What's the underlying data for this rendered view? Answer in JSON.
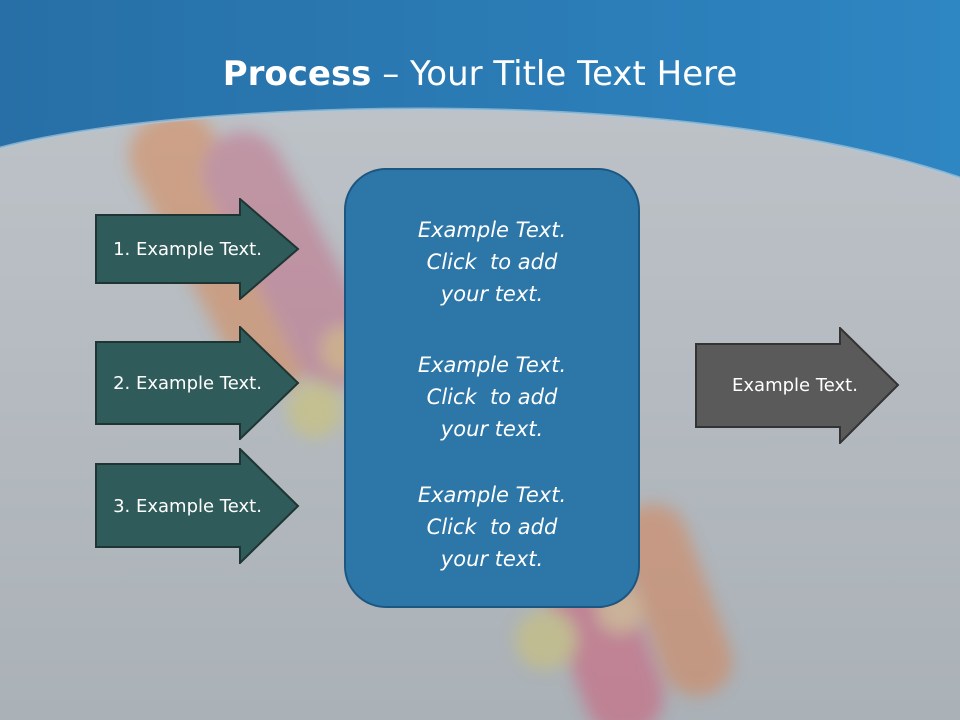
{
  "slide": {
    "title_bold": "Process",
    "title_rest": " – Your Title Text Here",
    "left_arrows": [
      {
        "label": "1. Example Text."
      },
      {
        "label": "2. Example Text."
      },
      {
        "label": "3. Example Text."
      }
    ],
    "center_blocks": [
      {
        "lines": [
          "Example Text.",
          "Click  to add",
          "your text."
        ]
      },
      {
        "lines": [
          "Example Text.",
          "Click  to add",
          "your text."
        ]
      },
      {
        "lines": [
          "Example Text.",
          "Click  to add",
          "your text."
        ]
      }
    ],
    "right_arrow": {
      "label": "Example Text."
    }
  },
  "colors": {
    "header_blue": "#2b7cb3",
    "left_arrow_fill": "#2f5c5a",
    "center_box_fill": "#2d77a8",
    "right_arrow_fill": "#5a5a5a",
    "background": "#b6bcc2"
  }
}
